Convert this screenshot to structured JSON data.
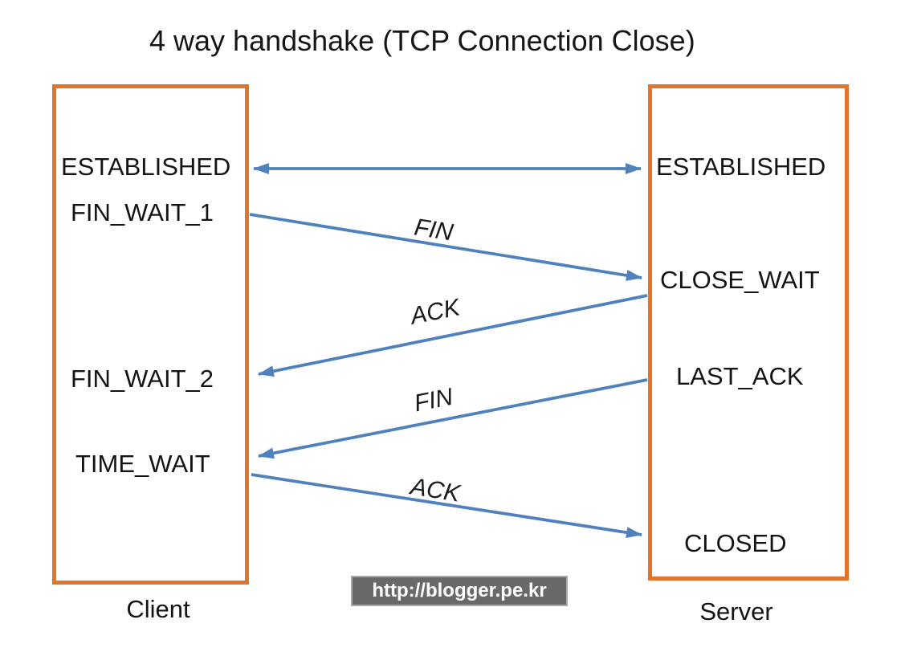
{
  "title": "4 way handshake (TCP Connection Close)",
  "client": {
    "label": "Client",
    "states": [
      {
        "label": "ESTABLISHED"
      },
      {
        "label": "FIN_WAIT_1"
      },
      {
        "label": "FIN_WAIT_2"
      },
      {
        "label": "TIME_WAIT"
      }
    ]
  },
  "server": {
    "label": "Server",
    "states": [
      {
        "label": "ESTABLISHED"
      },
      {
        "label": "CLOSE_WAIT"
      },
      {
        "label": "LAST_ACK"
      },
      {
        "label": "CLOSED"
      }
    ]
  },
  "messages": [
    {
      "label": "FIN",
      "direction": "client-to-server",
      "from_state": "FIN_WAIT_1",
      "to_state": "CLOSE_WAIT"
    },
    {
      "label": "ACK",
      "direction": "server-to-client",
      "from_state": "CLOSE_WAIT",
      "to_state": "FIN_WAIT_2"
    },
    {
      "label": "FIN",
      "direction": "server-to-client",
      "from_state": "LAST_ACK",
      "to_state": "TIME_WAIT"
    },
    {
      "label": "ACK",
      "direction": "client-to-server",
      "from_state": "TIME_WAIT",
      "to_state": "CLOSED"
    }
  ],
  "established_link": {
    "description": "bidirectional",
    "left_state": "ESTABLISHED",
    "right_state": "ESTABLISHED"
  },
  "watermark": {
    "url_text": "http://blogger.pe.kr"
  },
  "colors": {
    "box_border": "#E2732A",
    "arrow": "#4F81BD",
    "watermark_bg": "#696969",
    "watermark_border": "#A8A8A8",
    "watermark_text": "#FFFFFF",
    "text": "#141414"
  }
}
